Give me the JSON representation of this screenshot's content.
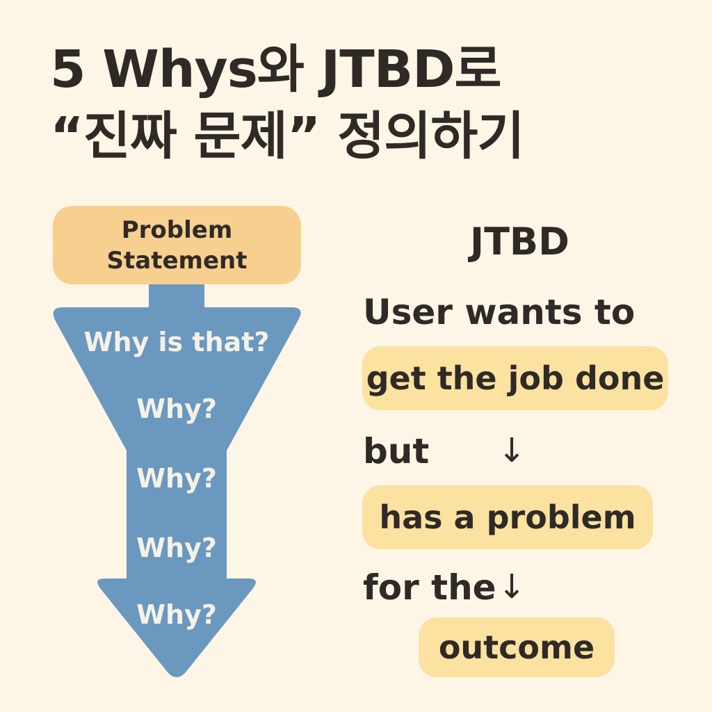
{
  "title": {
    "line1": "5 Whys와 JTBD로",
    "line2": "“진짜 문제” 정의하기"
  },
  "five_whys": {
    "problem_line1": "Problem",
    "problem_line2": "Statement",
    "questions": [
      "Why is that?",
      "Why?",
      "Why?",
      "Why?",
      "Why?"
    ]
  },
  "jtbd": {
    "heading": "JTBD",
    "intro": "User wants to",
    "job": "get the job done",
    "connector_but": "but",
    "problem": "has a problem",
    "connector_for": "for the",
    "outcome": "outcome",
    "arrow_glyph": "↓"
  },
  "colors": {
    "background": "#fdf6e7",
    "funnel_blue": "#6a98bf",
    "problem_orange": "#f7cf8f",
    "pill_yellow": "#fbe2a0",
    "text_dark": "#2f2a26"
  }
}
